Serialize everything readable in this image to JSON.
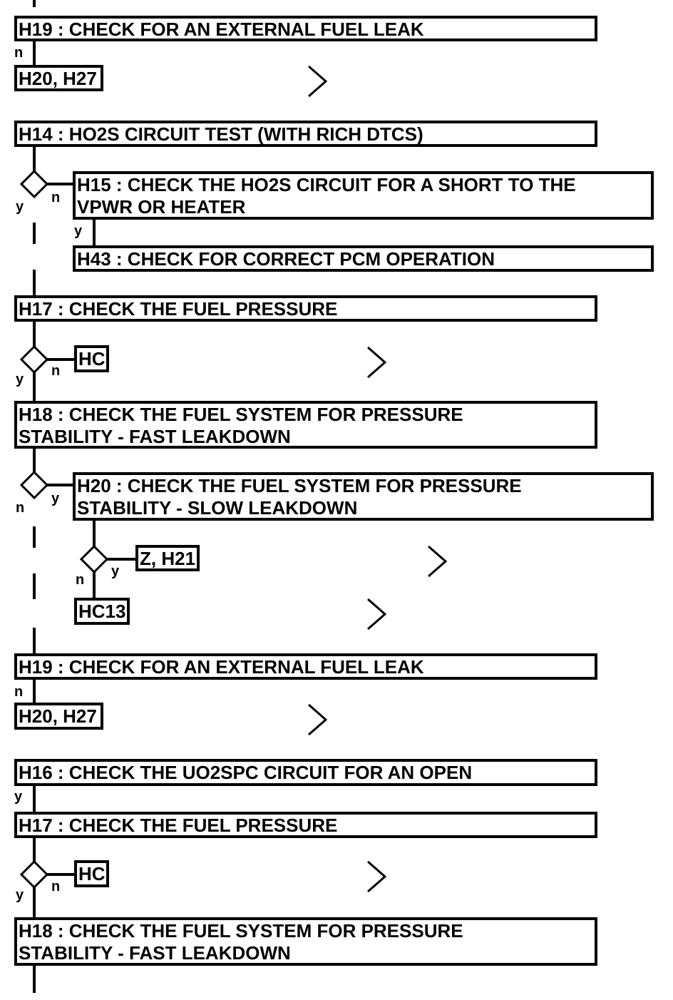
{
  "boxes": [
    {
      "id": "h19-top",
      "text": "H19 : CHECK FOR AN EXTERNAL FUEL LEAK"
    },
    {
      "id": "h20-h27-top",
      "text": "H20, H27"
    },
    {
      "id": "h14",
      "text": "H14 : HO2S CIRCUIT TEST (WITH RICH DTCS)"
    },
    {
      "id": "h15",
      "text": "H15 : CHECK THE HO2S CIRCUIT FOR A SHORT TO THE VPWR OR HEATER"
    },
    {
      "id": "h43",
      "text": "H43 : CHECK FOR CORRECT PCM OPERATION"
    },
    {
      "id": "h17-a",
      "text": "H17 : CHECK THE FUEL PRESSURE"
    },
    {
      "id": "hc-a",
      "text": "HC"
    },
    {
      "id": "h18-a",
      "text": "H18 : CHECK THE FUEL SYSTEM FOR PRESSURE STABILITY - FAST LEAKDOWN"
    },
    {
      "id": "h20",
      "text": "H20 : CHECK THE FUEL SYSTEM FOR PRESSURE STABILITY - SLOW LEAKDOWN"
    },
    {
      "id": "z-h21",
      "text": "Z, H21"
    },
    {
      "id": "hc13",
      "text": "HC13"
    },
    {
      "id": "h19-b",
      "text": "H19 : CHECK FOR AN EXTERNAL FUEL LEAK"
    },
    {
      "id": "h20-h27-b",
      "text": "H20, H27"
    },
    {
      "id": "h16",
      "text": "H16 : CHECK THE UO2SPC CIRCUIT FOR AN OPEN"
    },
    {
      "id": "h17-b",
      "text": "H17 : CHECK THE FUEL PRESSURE"
    },
    {
      "id": "hc-b",
      "text": "HC"
    },
    {
      "id": "h18-b",
      "text": "H18 : CHECK THE FUEL SYSTEM FOR PRESSURE STABILITY - FAST LEAKDOWN"
    }
  ],
  "labels": {
    "yes": "y",
    "no": "n"
  }
}
